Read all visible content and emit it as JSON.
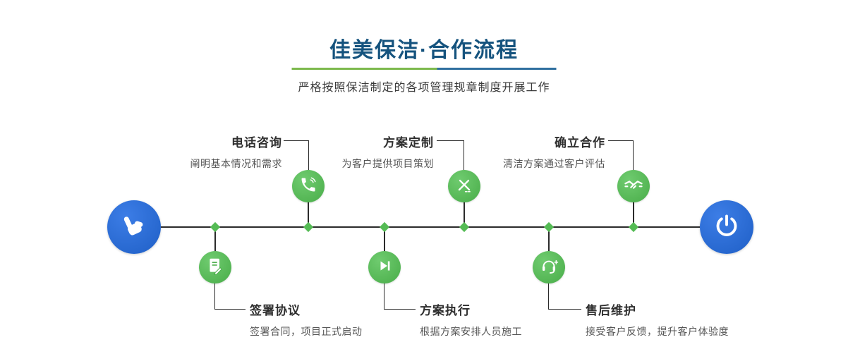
{
  "header": {
    "title": "佳美保洁·合作流程",
    "subtitle": "严格按照保洁制定的各项管理规章制度开展工作"
  },
  "timeline": {
    "start_icon": "pointer-hand-icon",
    "end_icon": "power-icon",
    "marker_icon": "diamond-marker"
  },
  "steps_top": [
    {
      "label": "电话咨询",
      "desc": "阐明基本情况和需求",
      "icon": "phone-icon"
    },
    {
      "label": "方案定制",
      "desc": "为客户提供项目策划",
      "icon": "pencil-tools-icon"
    },
    {
      "label": "确立合作",
      "desc": "清洁方案通过客户评估",
      "icon": "handshake-icon"
    }
  ],
  "steps_bottom": [
    {
      "label": "签署协议",
      "desc": "签署合同，项目正式启动",
      "icon": "contract-icon"
    },
    {
      "label": "方案执行",
      "desc": "根据方案安排人员施工",
      "icon": "play-icon"
    },
    {
      "label": "售后维护",
      "desc": "接受客户反馈，提升客户体验度",
      "icon": "headset-icon"
    }
  ],
  "colors": {
    "title_blue": "#15537e",
    "step_green": "#54bb54",
    "endpoint_blue": "#2a6ad3",
    "line_dark": "#2b2b2b",
    "underline_green": "#7cb94c",
    "underline_blue": "#2f6f9f"
  }
}
